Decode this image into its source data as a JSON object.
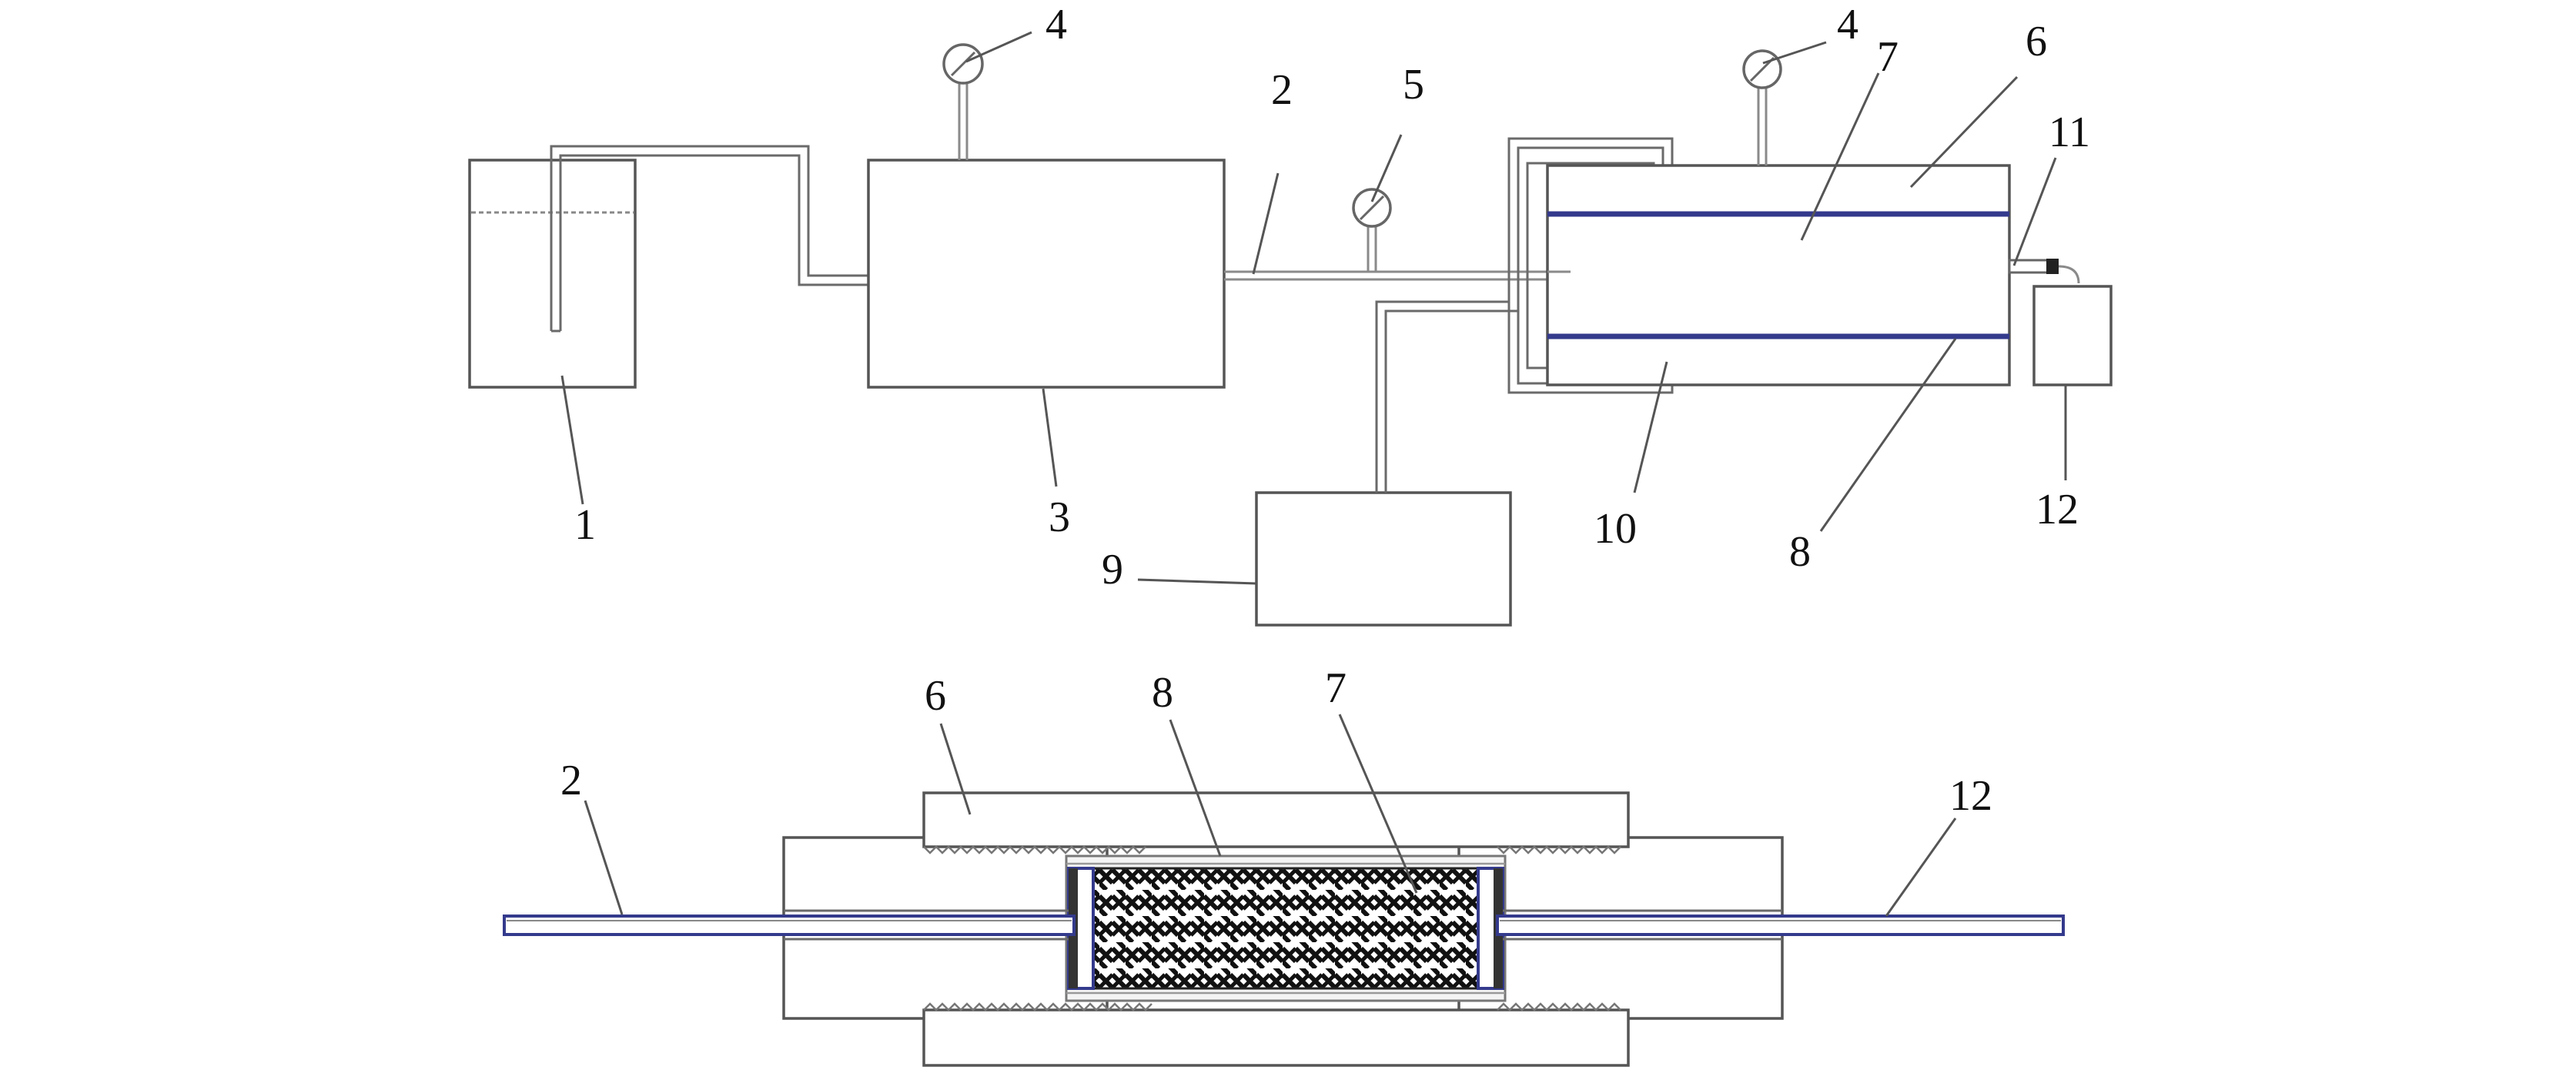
{
  "colors": {
    "line": "#555555",
    "pipe": "#6a6a6a",
    "accent": "#343a8c",
    "text": "#111111"
  },
  "top": {
    "labels": {
      "l1": "1",
      "l2": "2",
      "l3": "3",
      "l4a": "4",
      "l4b": "4",
      "l5": "5",
      "l6": "6",
      "l7": "7",
      "l8": "8",
      "l9": "9",
      "l10": "10",
      "l11": "11",
      "l12": "12"
    }
  },
  "bottom": {
    "labels": {
      "l2": "2",
      "l6": "6",
      "l7": "7",
      "l8": "8",
      "l12": "12"
    }
  }
}
